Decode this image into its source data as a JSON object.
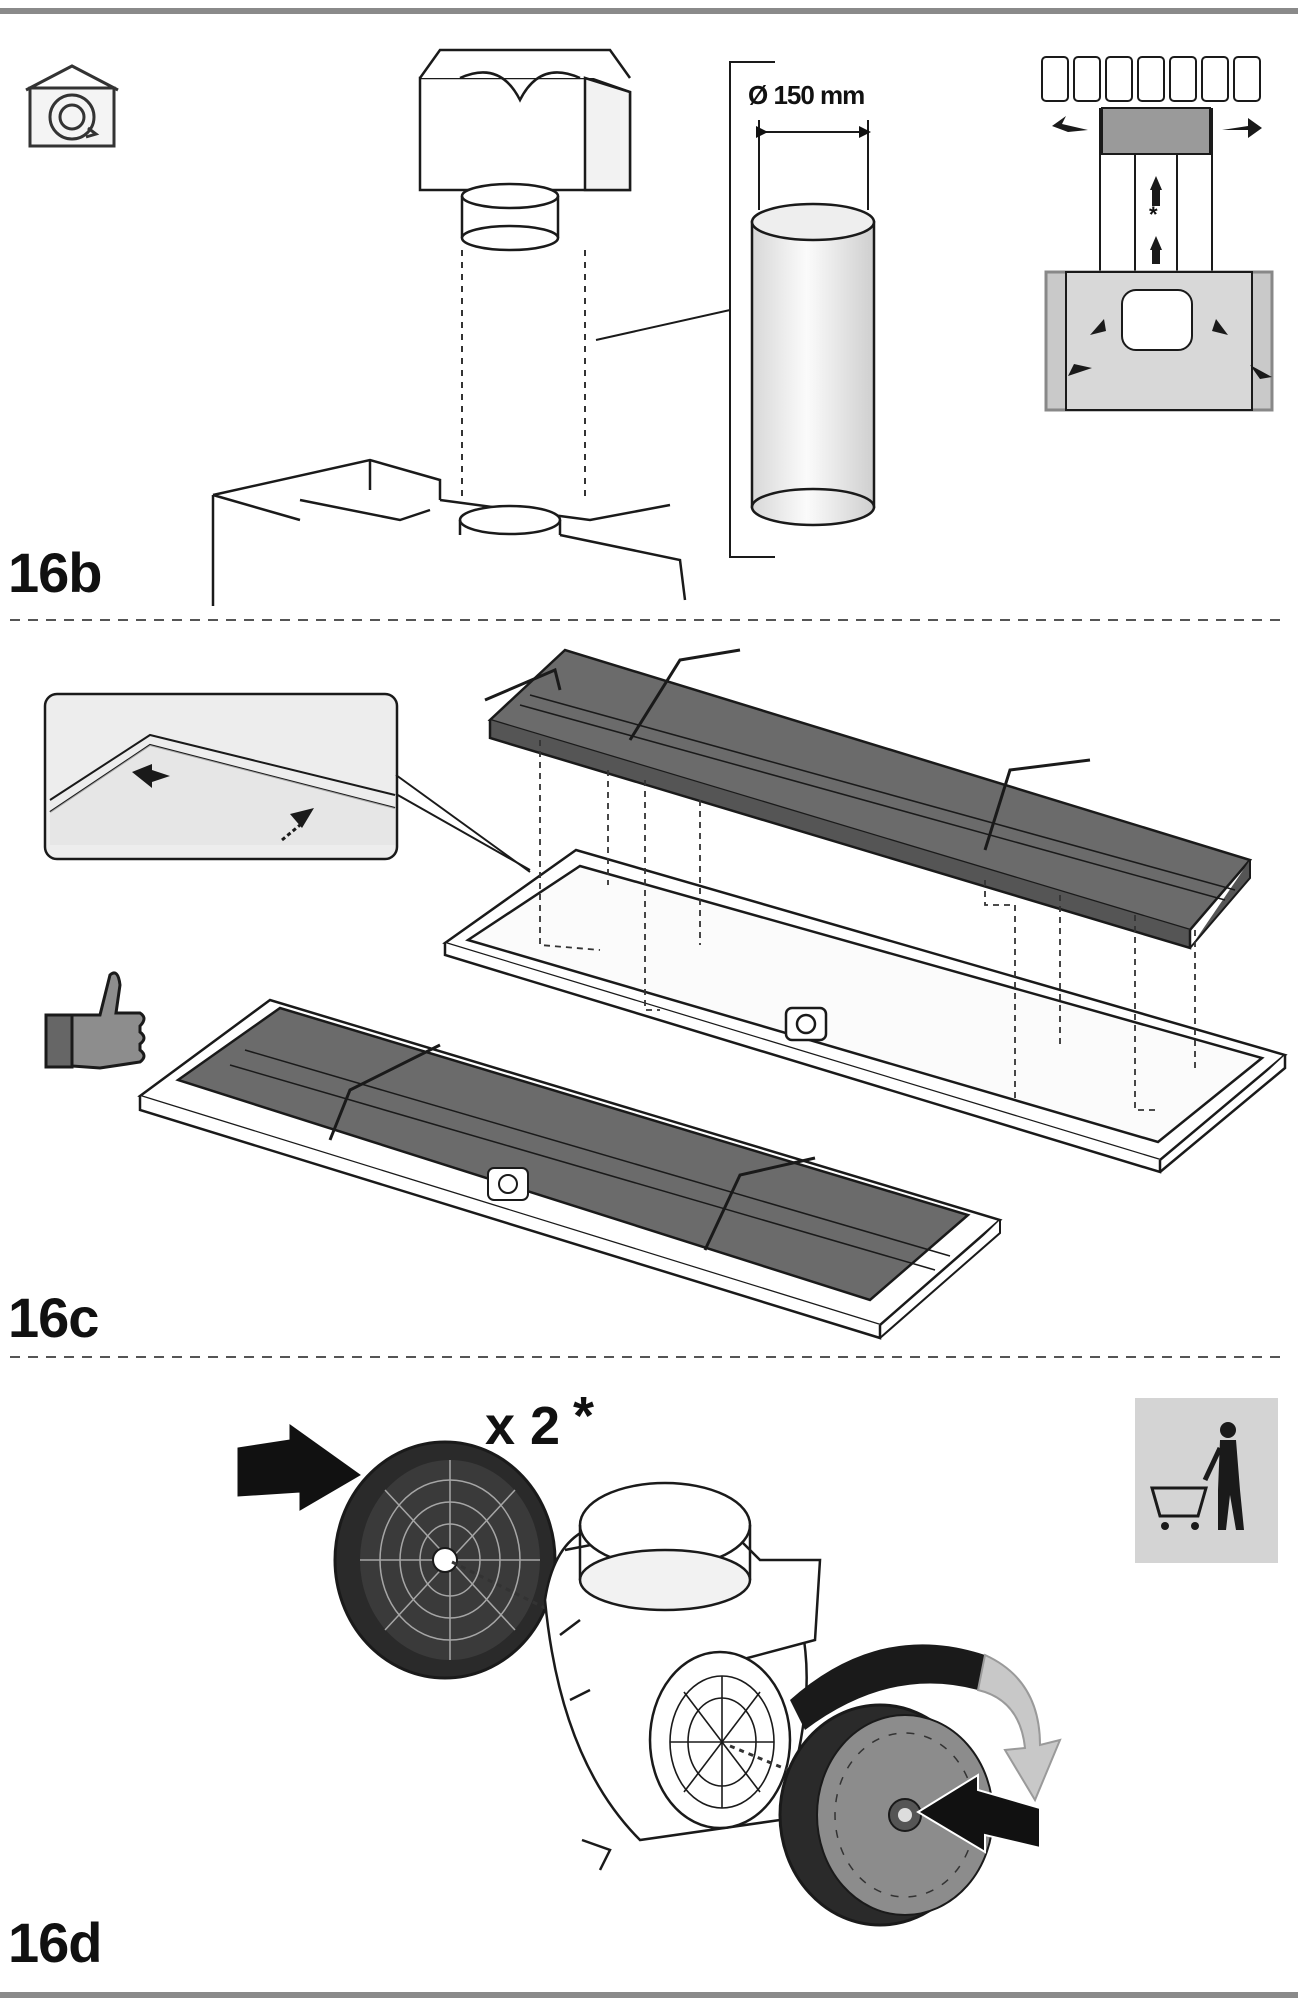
{
  "sections": [
    {
      "id": "16b",
      "label": "16b"
    },
    {
      "id": "16c",
      "label": "16c"
    },
    {
      "id": "16d",
      "label": "16d"
    }
  ],
  "duct": {
    "diameter_label": "Ø 150 mm"
  },
  "filter_kit": {
    "quantity_label": "x 2",
    "note_mark": "*"
  },
  "airflow_diagram": {
    "note_mark": "*"
  },
  "icons": [
    "recirculation-icon",
    "thumbs-up-icon",
    "shopping-cart-person-icon"
  ],
  "colors": {
    "filter_fill": "#6b6b6b",
    "panel_grey": "#c9c9c9",
    "line": "#1a1a1a",
    "page_rule": "#8a8a8a"
  }
}
